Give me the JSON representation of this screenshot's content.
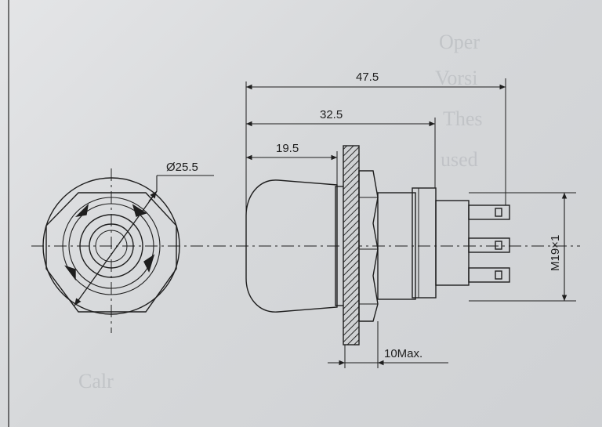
{
  "drawing": {
    "dim_overall_length": "47.5",
    "dim_body_length": "32.5",
    "dim_cap_length": "19.5",
    "dim_cap_diameter": "Ø25.5",
    "dim_panel_thickness": "10Max.",
    "dim_thread": "M19×1"
  },
  "bleed_through_text": [
    "Oper",
    "Vorsi",
    "Thes",
    "used",
    "Calr"
  ],
  "colors": {
    "paper": "#dcdddf",
    "ink": "#1e1e1e",
    "hatch": "#2a2a2a"
  }
}
